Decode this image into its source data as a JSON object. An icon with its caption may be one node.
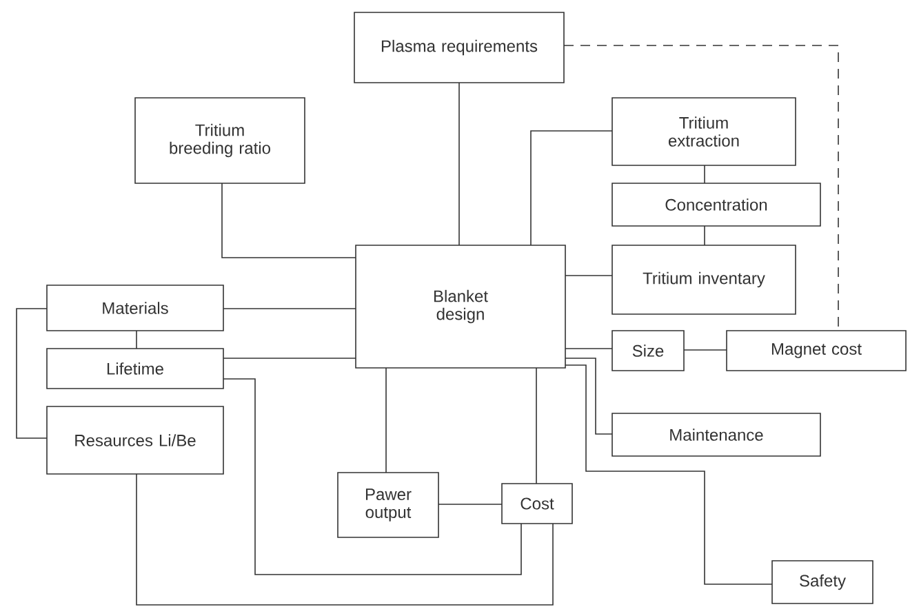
{
  "diagram": {
    "nodes": [
      {
        "text": [
          "Plasma requirements"
        ]
      },
      {
        "text": [
          "Tritium breeding ratio"
        ]
      },
      {
        "text": [
          "Tritium extraction"
        ]
      },
      {
        "text": [
          "Concentration"
        ]
      },
      {
        "text": [
          "Blanket design"
        ]
      },
      {
        "text": [
          "Tritium inventary"
        ]
      },
      {
        "text": [
          "Materials"
        ]
      },
      {
        "text": [
          "Lifetime"
        ]
      },
      {
        "text": [
          "Size"
        ]
      },
      {
        "text": [
          "Magnet cost"
        ]
      },
      {
        "text": [
          "Resaurces Li/Be"
        ]
      },
      {
        "text": [
          "Maintenance"
        ]
      },
      {
        "text": [
          "Pawer output"
        ]
      },
      {
        "text": [
          "Cost"
        ]
      },
      {
        "text": [
          "Safety"
        ]
      }
    ],
    "edges": [
      {
        "from": 0,
        "to": 4,
        "arrow": "none"
      },
      {
        "from": 1,
        "to": 4,
        "arrow": "none"
      },
      {
        "from": 2,
        "to": 4,
        "arrow": "none"
      },
      {
        "from": 2,
        "to": 3,
        "arrow": "none"
      },
      {
        "from": 3,
        "to": 5,
        "arrow": "none"
      },
      {
        "from": 4,
        "to": 5,
        "arrow": "none"
      },
      {
        "from": 6,
        "to": 4,
        "arrow": "none"
      },
      {
        "from": 6,
        "to": 7,
        "arrow": "none"
      },
      {
        "from": 6,
        "to": 10,
        "arrow": "none"
      },
      {
        "from": 7,
        "to": 4,
        "arrow": "none"
      },
      {
        "from": 7,
        "to": 13,
        "arrow": "none"
      },
      {
        "from": 10,
        "to": 13,
        "arrow": "none"
      },
      {
        "from": 4,
        "to": 8,
        "arrow": "none"
      },
      {
        "from": 8,
        "to": 9,
        "arrow": "none"
      },
      {
        "from": 0,
        "to": 9,
        "arrow": "none",
        "style": "dashed"
      },
      {
        "from": 4,
        "to": 11,
        "arrow": "none"
      },
      {
        "from": 4,
        "to": 14,
        "arrow": "none"
      },
      {
        "from": 4,
        "to": 12,
        "arrow": "none"
      },
      {
        "from": 4,
        "to": 13,
        "arrow": "none"
      },
      {
        "from": 12,
        "to": 13,
        "arrow": "none"
      }
    ]
  }
}
